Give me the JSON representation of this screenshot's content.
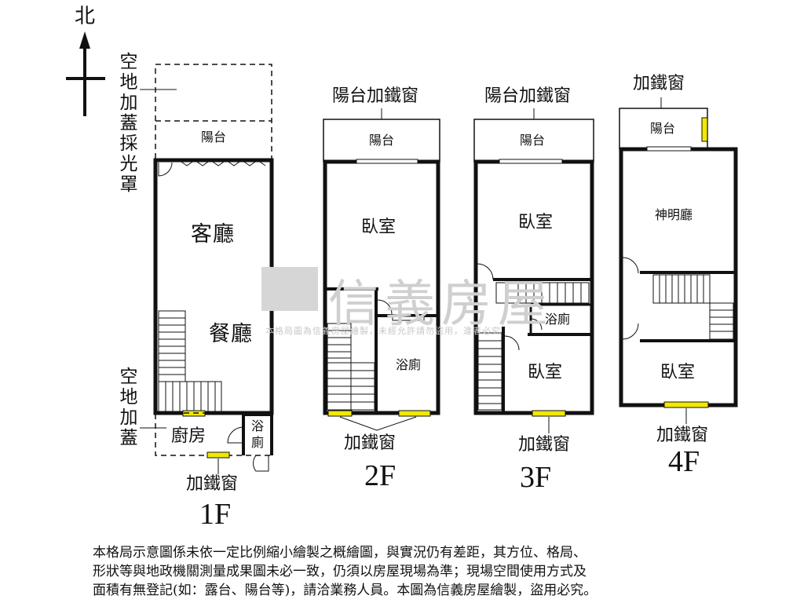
{
  "compass": {
    "north_label": "北"
  },
  "watermark": {
    "brand": "信義房屋",
    "notice": "本格局圖為信義房屋繪製，未經允許請勿盜用，違者必究"
  },
  "floor_1": {
    "floor_label": "1F",
    "extension_top_label": [
      "空",
      "地",
      "加",
      "蓋",
      "採",
      "光",
      "罩"
    ],
    "extension_bottom_label": [
      "空",
      "地",
      "加",
      "蓋"
    ],
    "balcony": "陽台",
    "living_room": "客廳",
    "dining_room": "餐廳",
    "kitchen": "廚房",
    "bathroom": [
      "浴",
      "廁"
    ],
    "window_label": "加鐵窗"
  },
  "floor_2": {
    "floor_label": "2F",
    "top_window_label": "陽台加鐵窗",
    "balcony": "陽台",
    "bedroom": "臥室",
    "bathroom": "浴廁",
    "window_label": "加鐵窗"
  },
  "floor_3": {
    "floor_label": "3F",
    "top_window_label": "陽台加鐵窗",
    "balcony": "陽台",
    "bedroom_top": "臥室",
    "bathroom": "浴廁",
    "bedroom_bottom": "臥室",
    "window_label": "加鐵窗"
  },
  "floor_4": {
    "floor_label": "4F",
    "top_window_label": "加鐵窗",
    "balcony": "陽台",
    "shrine_room": "神明廳",
    "bedroom": "臥室",
    "window_label": "加鐵窗"
  },
  "disclaimer": [
    "本格局示意圖係未依一定比例縮小繪製之概繪圖，與實況仍有差距，其方位、格局、",
    "形狀等與地政機關測量成果圖未必一致，仍須以房屋現場為準；現場空間使用方式及",
    "面積有無登記(如：露台、陽台等)，請洽業務人員。本圖為信義房屋繪製，盜用必究。"
  ],
  "colors": {
    "wall": "#111111",
    "window_fill": "#f2e800",
    "watermark": "#cfcfcf"
  }
}
